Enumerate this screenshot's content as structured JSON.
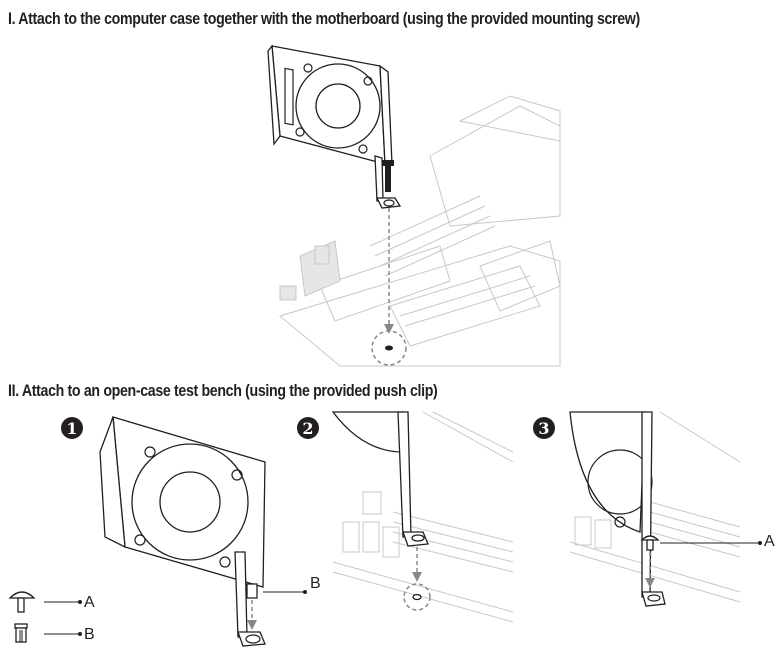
{
  "section1": {
    "title": "I. Attach to the computer case together with the motherboard (using the provided mounting screw)",
    "illustration": "fan-bracket-screw-mount"
  },
  "section2": {
    "title": "II. Attach to an open-case test bench (using the provided push clip)",
    "steps": [
      {
        "number": "1",
        "callouts": [
          "B"
        ],
        "illustration": "fan-bracket-insert-clip-B"
      },
      {
        "number": "2",
        "illustration": "fan-bracket-align-to-mount-hole"
      },
      {
        "number": "3",
        "callouts": [
          "A"
        ],
        "illustration": "fan-bracket-insert-pin-A"
      }
    ],
    "legend": [
      {
        "icon": "push-pin-icon",
        "label": "A"
      },
      {
        "icon": "push-clip-icon",
        "label": "B"
      }
    ]
  }
}
